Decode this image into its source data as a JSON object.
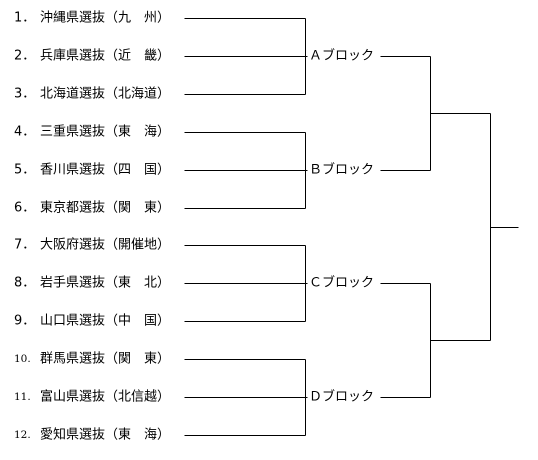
{
  "teams": [
    {
      "number": "1．",
      "name": "沖縄県選抜（九　州）"
    },
    {
      "number": "2．",
      "name": "兵庫県選抜（近　畿）"
    },
    {
      "number": "3．",
      "name": "北海道選抜（北海道）"
    },
    {
      "number": "4．",
      "name": "三重県選抜（東　海）"
    },
    {
      "number": "5．",
      "name": "香川県選抜（四　国）"
    },
    {
      "number": "6．",
      "name": "東京都選抜（関　東）"
    },
    {
      "number": "7．",
      "name": "大阪府選抜（開催地）"
    },
    {
      "number": "8．",
      "name": "岩手県選抜（東　北）"
    },
    {
      "number": "9．",
      "name": "山口県選抜（中　国）"
    },
    {
      "number": "10.",
      "name": "群馬県選抜（関　東）"
    },
    {
      "number": "11.",
      "name": "富山県選抜（北信越）"
    },
    {
      "number": "12.",
      "name": "愛知県選抜（東　海）"
    }
  ],
  "blocks": [
    {
      "label": "Ａブロック"
    },
    {
      "label": "Ｂブロック"
    },
    {
      "label": "Ｃブロック"
    },
    {
      "label": "Ｄブロック"
    }
  ]
}
